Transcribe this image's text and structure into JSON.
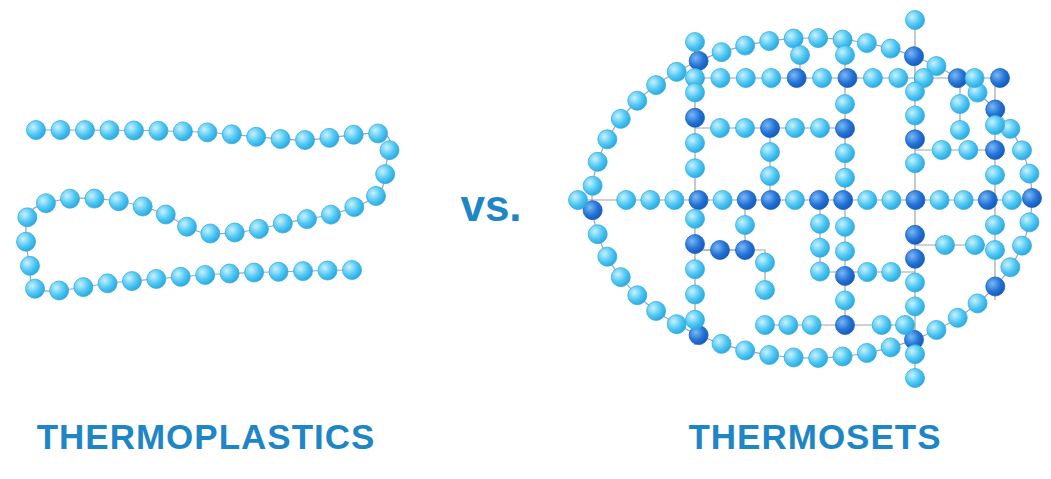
{
  "diagram": {
    "labels": [
      "THERMOPLASTICS",
      "vs.",
      "THERMOSETS"
    ]
  }
}
